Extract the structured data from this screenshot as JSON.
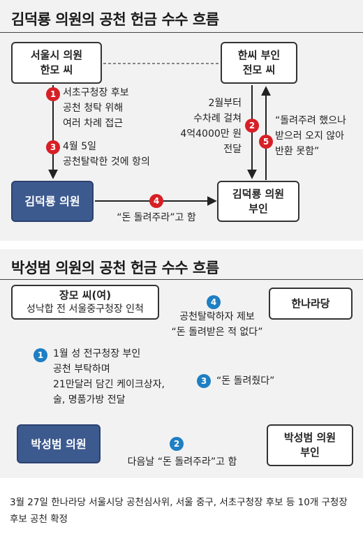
{
  "section1": {
    "title": "김덕룡 의원의 공천 헌금 수수 흐름",
    "nodes": {
      "seoul_member": [
        "서울시 의원",
        "한모 씨"
      ],
      "wife_han": [
        "한씨 부인",
        "전모 씨"
      ],
      "kim_member": "김덕룡 의원",
      "kim_wife": [
        "김덕룡 의원",
        "부인"
      ]
    },
    "steps": [
      {
        "num": "1",
        "lines": [
          "서초구청장 후보",
          "공천 청탁 위해",
          "여러 차례 접근"
        ]
      },
      {
        "num": "2",
        "lines": [
          "2월부터",
          "수차례 걸쳐",
          "4억4000만 원",
          "전달"
        ]
      },
      {
        "num": "3",
        "lines": [
          "4월 5일",
          "공천탈락한 것에 항의"
        ]
      },
      {
        "num": "4",
        "lines": [
          "“돈 돌려주라”고 함"
        ]
      },
      {
        "num": "5",
        "lines": [
          "“돌려주려 했으나",
          "받으러 오지 않아",
          "반환 못함”"
        ]
      }
    ]
  },
  "section2": {
    "title": "박성범 의원의 공천 헌금 수수 흐름",
    "nodes": {
      "jang": [
        "장모 씨(여)",
        "성낙합 전 서울중구청장 인척"
      ],
      "hannara": "한나라당",
      "park_member": "박성범 의원",
      "park_wife": [
        "박성범 의원",
        "부인"
      ]
    },
    "steps": [
      {
        "num": "1",
        "lines": [
          "1월 성 전구청장 부인",
          "공천 부탁하며",
          "21만달러 담긴 케이크상자,",
          "술, 명품가방 전달"
        ]
      },
      {
        "num": "2",
        "lines": [
          "다음날 “돈 돌려주라”고 함"
        ]
      },
      {
        "num": "3",
        "lines": [
          "“돈 돌려줬다”"
        ]
      },
      {
        "num": "4",
        "lines": [
          "공천탈락하자 제보",
          "“돈 돌려받은 적 없다”"
        ]
      }
    ]
  },
  "footnote": "3월 27일 한나라당 서울시당 공천심사위, 서울 중구, 서초구청장 후보 등 10개 구청장 후보 공천 확정",
  "colors": {
    "red_badge": "#d71f26",
    "blue_badge": "#1e7fc3",
    "blue_box": "#3d5a8f",
    "panel_bg": "#f2f2f2"
  }
}
